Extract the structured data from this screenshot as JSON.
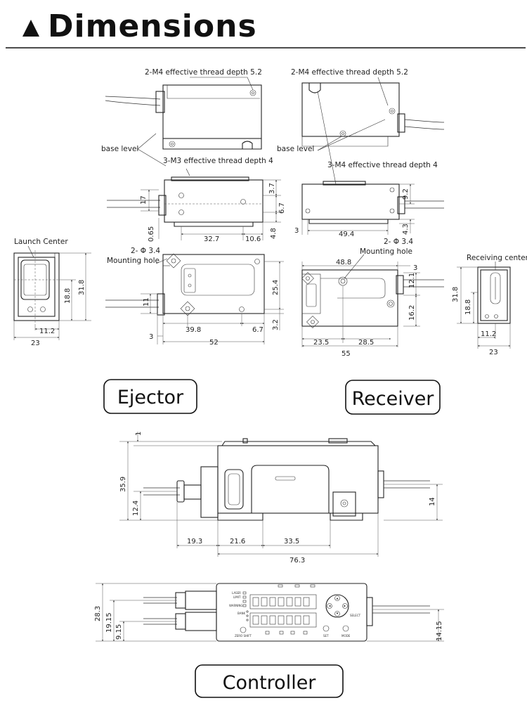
{
  "header": {
    "title": "Dimensions"
  },
  "ejector": {
    "top": {
      "callout_thread": "2-M4 effective thread depth 5.2",
      "callout_base": "base level",
      "callout_m3": "3-M3 effective thread depth 4"
    },
    "side": {
      "dims": {
        "d17": "17",
        "d3_7": "3.7",
        "d6_7": "6.7",
        "d0_65": "0.65",
        "d32_7": "32.7",
        "d10_6": "10.6",
        "d4_8": "4.8"
      }
    },
    "front": {
      "label": "Launch Center",
      "dims": {
        "d18_8": "18.8",
        "d31_8": "31.8",
        "d11_2": "11.2",
        "d23": "23"
      }
    },
    "bottom": {
      "callout_hole_count": "2- Φ 3.4",
      "callout_hole": "Mounting hole",
      "dims": {
        "d11": "11",
        "d25_4": "25.4",
        "d39_8": "39.8",
        "d6_7": "6.7",
        "d3_2": "3.2",
        "d3": "3",
        "d52": "52"
      }
    },
    "button_label": "Ejector"
  },
  "receiver": {
    "top": {
      "callout_thread": "2-M4 effective thread depth 5.2",
      "callout_base": "base level",
      "callout_m4": "3-M4 effective thread depth 4"
    },
    "side": {
      "dims": {
        "d9_2": "9.2",
        "d3": "3",
        "d49_4": "49.4",
        "d4_3": "4.3"
      }
    },
    "bottom": {
      "callout_hole_count": "2- Φ 3.4",
      "callout_hole": "Mounting hole",
      "dims": {
        "d48_8": "48.8",
        "d3": "3",
        "d12_1": "12.1",
        "d16_2": "16.2",
        "d23_5": "23.5",
        "d28_5": "28.5",
        "d55": "55"
      }
    },
    "front": {
      "label": "Receiving center",
      "dims": {
        "d31_8": "31.8",
        "d18_8": "18.8",
        "d11_2": "11.2",
        "d23": "23"
      }
    },
    "button_label": "Receiver"
  },
  "controller": {
    "side": {
      "dims": {
        "d1": "1",
        "d35_9": "35.9",
        "d12_4": "12.4",
        "d14": "14",
        "d19_3": "19.3",
        "d21_6": "21.6",
        "d33_5": "33.5",
        "d76_3": "76.3"
      }
    },
    "front": {
      "dims": {
        "d28_3": "28.3",
        "d19_15": "19.15",
        "d9_15": "9.15",
        "d14_15": "14.15"
      },
      "panel_labels": {
        "laser": "LASER",
        "limit": "LIMIT",
        "warning": "WARNING",
        "bank": "BANK",
        "select": "SELECT",
        "zero_shift": "ZERO SHIFT",
        "set": "SET",
        "mode": "MODE"
      }
    },
    "button_label": "Controller"
  }
}
